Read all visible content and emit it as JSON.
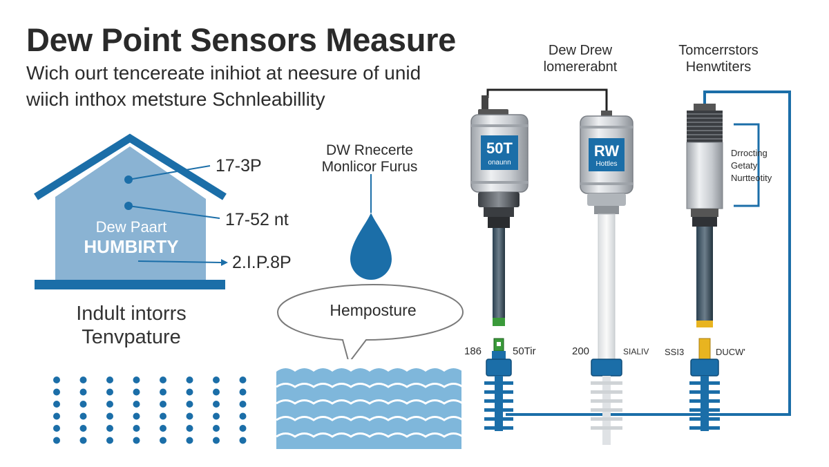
{
  "header": {
    "title": "Dew Point Sensors Measure",
    "subtitle_line1": "Wich ourt tencereate inihiot at neesure of unid",
    "subtitle_line2": "wiich inthox metsture Schnleabillity"
  },
  "house": {
    "label_line1": "Dew Paart",
    "label_line2": "HUMBIRTY",
    "callout_1": "17-3P",
    "callout_2": "17-52 nt",
    "callout_3": "2.I.P.8P",
    "caption_line1": "Indult intorrs",
    "caption_line2": "Tenvpature"
  },
  "droplet": {
    "label_line1": "DW Rnecerte",
    "label_line2": "Monlicor Furus",
    "bubble_text": "Hemposture"
  },
  "sensors": {
    "header_1_line1": "Dew Drew",
    "header_1_line2": "lomererabnt",
    "header_2_line1": "Tomcerrstors",
    "header_2_line2": "Henwtiters",
    "s1_badge": "50T",
    "s1_sub": "onaunn",
    "s1_left_value": "186",
    "s1_right_value": "50Tir",
    "s2_badge": "RW",
    "s2_sub": "Hottles",
    "s2_left_value": "200",
    "s2_right_value": "SIALIV",
    "s3_note_line1": "Drrocting",
    "s3_note_line2": "Getaty",
    "s3_note_line3": "Nurtteotity",
    "s3_left_value": "SSI3",
    "s3_right_value": "DUCW'"
  },
  "colors": {
    "blue": "#1b6ea8",
    "light_blue": "#8ab3d3",
    "water": "#7fb7db",
    "text": "#2b2b2b",
    "green": "#3a9a3a",
    "yellow": "#e8b420",
    "metal": "#c9ccd0"
  }
}
